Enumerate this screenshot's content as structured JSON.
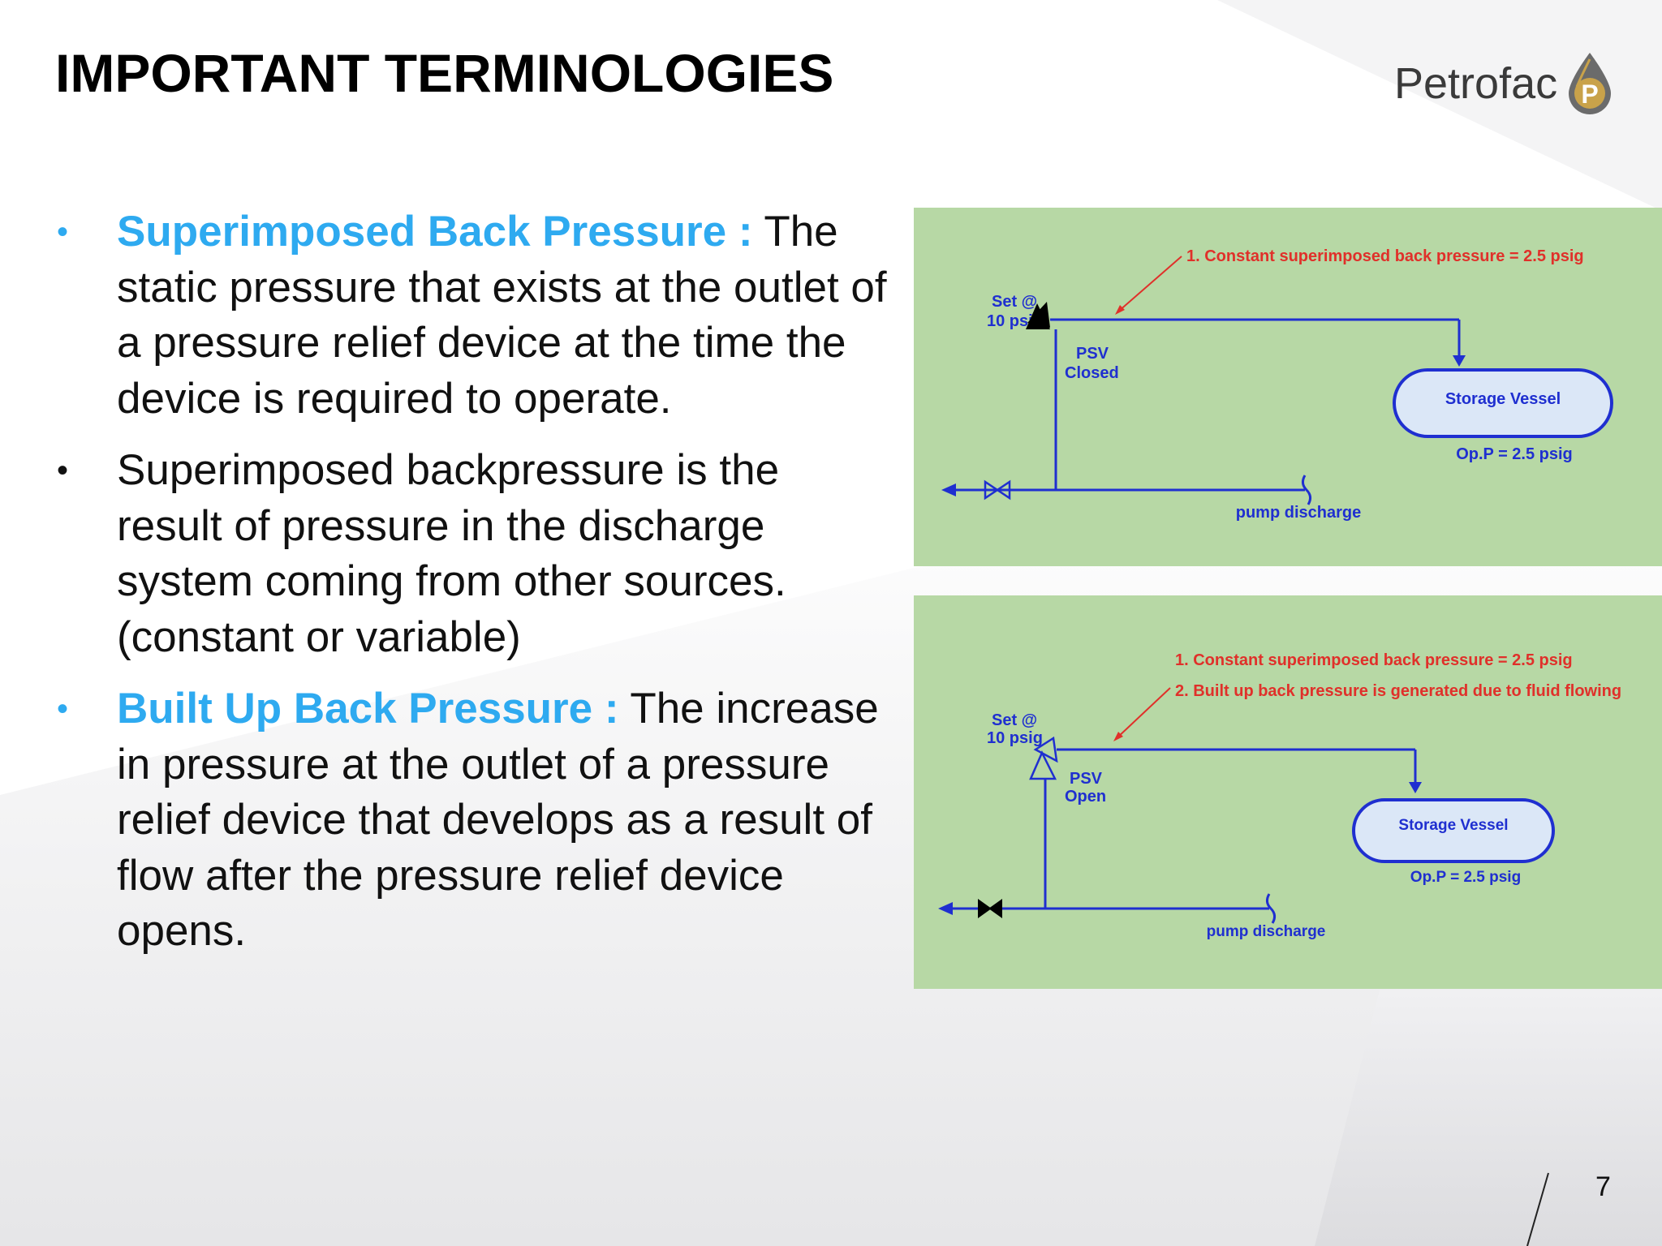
{
  "slide": {
    "title": "IMPORTANT TERMINOLOGIES",
    "page_number": "7"
  },
  "logo": {
    "text": "Petrofac",
    "mark_letter": "P"
  },
  "bullets": [
    {
      "term": "Superimposed Back Pressure :",
      "text": " The static pressure that exists at the outlet of a pressure relief device at the time the device is required to operate."
    },
    {
      "term": "",
      "text": "Superimposed backpressure is the result of pressure in the discharge system coming from other sources. (constant or variable)"
    },
    {
      "term": "Built Up Back Pressure :",
      "text": " The increase in pressure at the outlet of a pressure relief device that develops as a result of flow after the pressure relief device opens."
    }
  ],
  "diagram1": {
    "set_line1": "Set @",
    "set_line2": "10 psig",
    "psv_line1": "PSV",
    "psv_line2": "Closed",
    "note1": "1. Constant superimposed back pressure = 2.5 psig",
    "vessel": "Storage Vessel",
    "op_pressure": "Op.P = 2.5 psig",
    "pump": "pump discharge"
  },
  "diagram2": {
    "set_line1": "Set @",
    "set_line2": "10 psig",
    "psv_line1": "PSV",
    "psv_line2": "Open",
    "note1": "1. Constant superimposed back pressure = 2.5 psig",
    "note2": "2. Built up back pressure is generated due to fluid flowing",
    "vessel": "Storage Vessel",
    "op_pressure": "Op.P = 2.5 psig",
    "pump": "pump discharge"
  },
  "colors": {
    "accent_blue": "#2eaaf0",
    "panel_green": "#b7d8a5",
    "line_blue": "#1f2fd0",
    "note_red": "#e0302a",
    "vessel_fill": "#dbe7f7"
  }
}
